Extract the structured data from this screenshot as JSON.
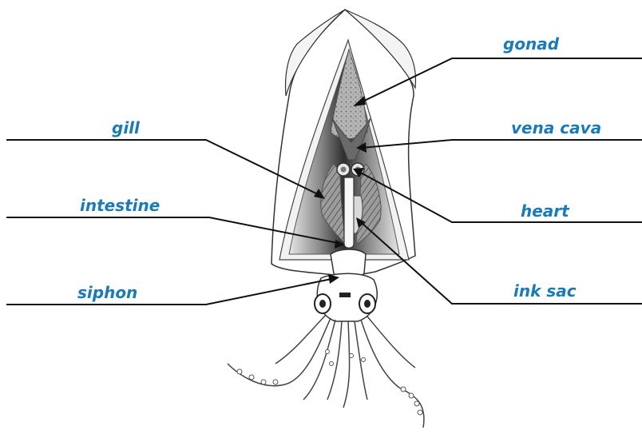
{
  "colors": {
    "label": "#1a7bb8",
    "line": "#111111",
    "outline": "#333333"
  },
  "labels": {
    "gonad": "gonad",
    "vena_cava": "vena cava",
    "heart": "heart",
    "ink_sac": "ink sac",
    "gill": "gill",
    "intestine": "intestine",
    "siphon": "siphon"
  }
}
